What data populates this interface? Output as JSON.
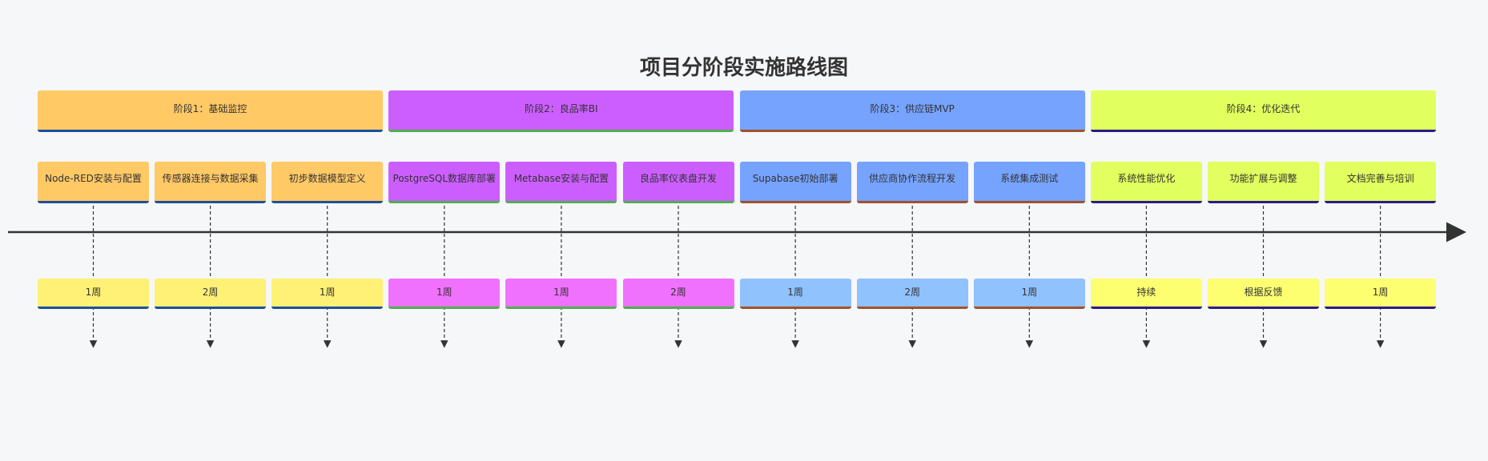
{
  "title": "项目分阶段实施路线图",
  "phases": [
    {
      "label": "阶段1：基础监控",
      "color": "#ffc966",
      "dur_color": "#fff176",
      "underline": "#1e4f9c",
      "tasks": [
        {
          "label": "Node-RED安装与配置",
          "duration": "1周"
        },
        {
          "label": "传感器连接与数据采集",
          "duration": "2周"
        },
        {
          "label": "初步数据模型定义",
          "duration": "1周"
        }
      ]
    },
    {
      "label": "阶段2：良品率BI",
      "color": "#cc5eff",
      "dur_color": "#f171ff",
      "underline": "#4caf50",
      "tasks": [
        {
          "label": "PostgreSQL数据库部署",
          "duration": "1周"
        },
        {
          "label": "Metabase安装与配置",
          "duration": "1周"
        },
        {
          "label": "良品率仪表盘开发",
          "duration": "2周"
        }
      ]
    },
    {
      "label": "阶段3：供应链MVP",
      "color": "#76a3fe",
      "dur_color": "#90c2fe",
      "underline": "#a0522d",
      "tasks": [
        {
          "label": "Supabase初始部署",
          "duration": "1周"
        },
        {
          "label": "供应商协作流程开发",
          "duration": "2周"
        },
        {
          "label": "系统集成测试",
          "duration": "1周"
        }
      ]
    },
    {
      "label": "阶段4：优化迭代",
      "color": "#e1ff5e",
      "dur_color": "#fdff71",
      "underline": "#2a1a8c",
      "tasks": [
        {
          "label": "系统性能优化",
          "duration": "持续"
        },
        {
          "label": "功能扩展与调整",
          "duration": "根据反馈"
        },
        {
          "label": "文档完善与培训",
          "duration": "1周"
        }
      ]
    }
  ]
}
